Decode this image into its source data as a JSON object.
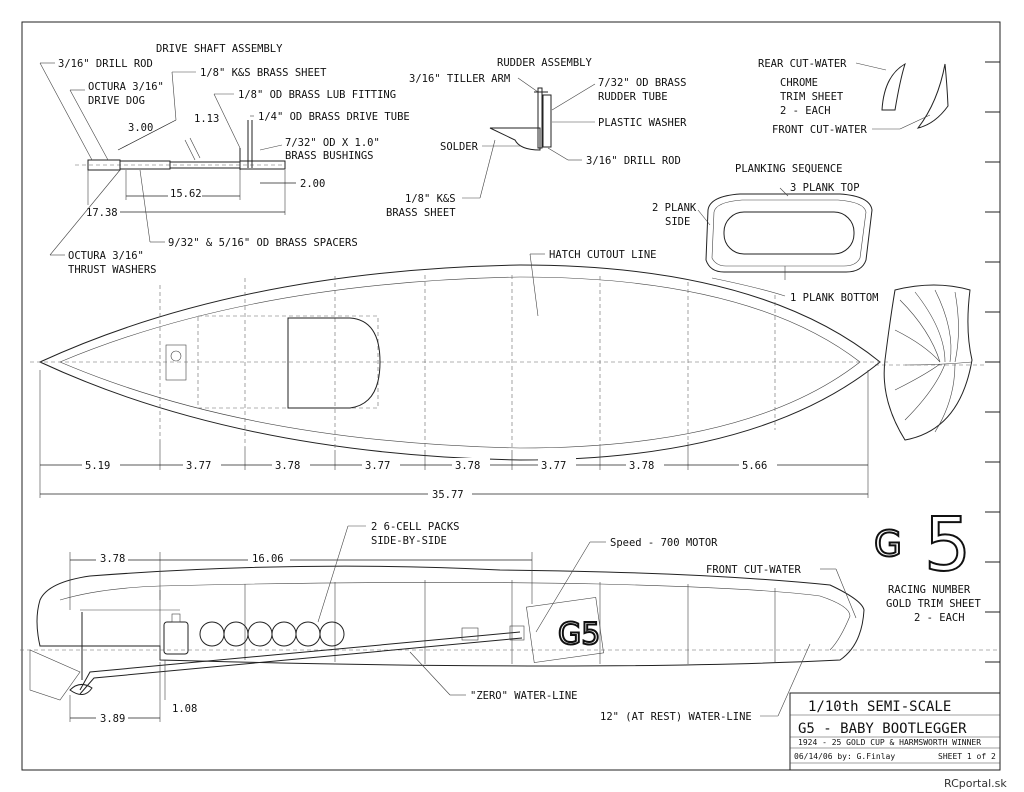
{
  "drive_shaft": {
    "title": "DRIVE SHAFT ASSEMBLY",
    "drill_rod": "3/16\" DRILL ROD",
    "drive_dog_1": "OCTURA 3/16\"",
    "drive_dog_2": "DRIVE DOG",
    "brass_sheet": "1/8\" K&S BRASS SHEET",
    "lub_fitting": "1/8\" OD BRASS LUB FITTING",
    "drive_tube": "1/4\" OD BRASS DRIVE TUBE",
    "bushings_1": "7/32\" OD X 1.0\"",
    "bushings_2": "BRASS BUSHINGS",
    "dim_300": "3.00",
    "dim_113": "1.13",
    "dim_1562": "15.62",
    "dim_200": "2.00",
    "dim_1738": "17.38",
    "spacers": "9/32\" & 5/16\" OD BRASS SPACERS",
    "thrust_1": "OCTURA 3/16\"",
    "thrust_2": "THRUST WASHERS"
  },
  "rudder": {
    "title": "RUDDER ASSEMBLY",
    "tiller": "3/16\" TILLER ARM",
    "tube_1": "7/32\" OD BRASS",
    "tube_2": "RUDDER TUBE",
    "washer": "PLASTIC WASHER",
    "solder": "SOLDER",
    "drill_rod": "3/16\" DRILL ROD",
    "sheet_1": "1/8\" K&S",
    "sheet_2": "BRASS SHEET"
  },
  "cutwater": {
    "rear": "REAR CUT-WATER",
    "chrome_1": "CHROME",
    "chrome_2": "TRIM SHEET",
    "chrome_3": "2 - EACH",
    "front": "FRONT CUT-WATER"
  },
  "planking": {
    "title": "PLANKING SEQUENCE",
    "top": "3 PLANK TOP",
    "side_1": "2 PLANK",
    "side_2": "SIDE",
    "bottom": "1 PLANK BOTTOM"
  },
  "plan_view": {
    "hatch": "HATCH CUTOUT LINE",
    "dims": [
      "5.19",
      "3.77",
      "3.78",
      "3.77",
      "3.78",
      "3.77",
      "3.78",
      "5.66"
    ],
    "overall": "35.77"
  },
  "side_view": {
    "dim_378": "3.78",
    "dim_1606": "16.06",
    "packs_1": "2 6-CELL PACKS",
    "packs_2": "SIDE-BY-SIDE",
    "motor": "Speed - 700 MOTOR",
    "front_cutwater": "FRONT CUT-WATER",
    "zero_wl": "\"ZERO\" WATER-LINE",
    "rest_wl": "12\" (AT REST) WATER-LINE",
    "dim_389": "3.89",
    "dim_108": "1.08",
    "hull_number": "G5"
  },
  "racing_number": {
    "g": "G",
    "five": "5",
    "line1": "RACING NUMBER",
    "line2": "GOLD TRIM SHEET",
    "line3": "2 - EACH"
  },
  "title_block": {
    "scale": "1/10th SEMI-SCALE",
    "name": "G5 - BABY BOOTLEGGER",
    "sub": "1924 - 25 GOLD CUP & HARMSWORTH WINNER",
    "date": "06/14/06 by: G.Finlay",
    "sheet": "SHEET 1 of 2"
  },
  "watermark": "RCportal.sk"
}
